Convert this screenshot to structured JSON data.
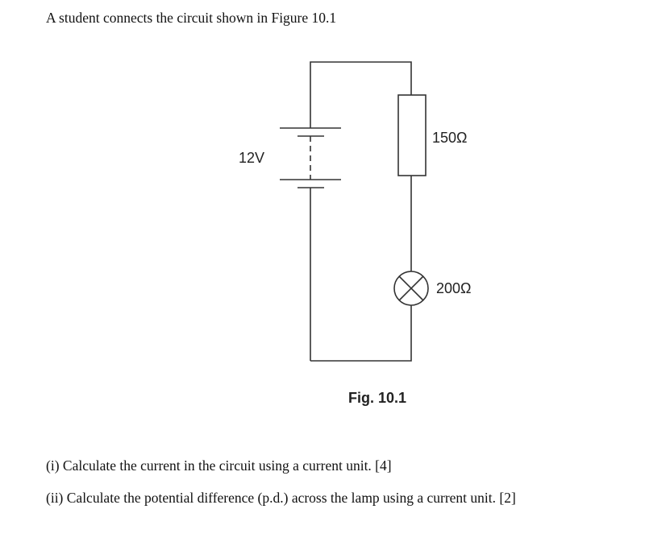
{
  "intro": "A student connects the circuit shown in Figure 10.1",
  "figure": {
    "battery_label": "12V",
    "resistor_label": "150Ω",
    "lamp_label": "200Ω",
    "caption": "Fig. 10.1"
  },
  "questions": [
    "(i) Calculate the current in the circuit using a current unit. [4]",
    "(ii) Calculate the potential difference (p.d.) across the lamp using a current unit. [2]"
  ]
}
